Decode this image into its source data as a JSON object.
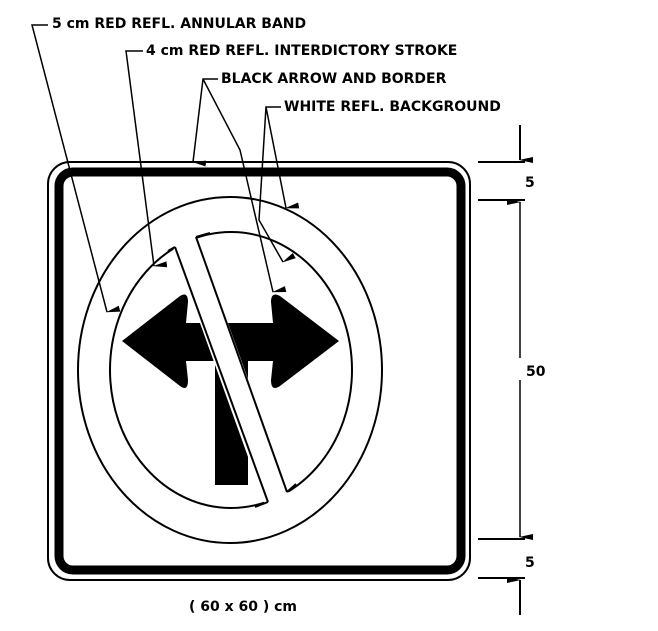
{
  "callouts": {
    "annular_band": "5 cm RED REFL. ANNULAR BAND",
    "interdictory_stroke": "4 cm RED REFL. INTERDICTORY STROKE",
    "arrow_border": "BLACK ARROW AND BORDER",
    "background": "WHITE REFL. BACKGROUND"
  },
  "dimensions": {
    "top_margin": "5",
    "symbol_height": "50",
    "bottom_margin": "5",
    "overall_size": "( 60 x 60 ) cm"
  },
  "colors": {
    "ink": "#000000",
    "paper": "#ffffff"
  }
}
